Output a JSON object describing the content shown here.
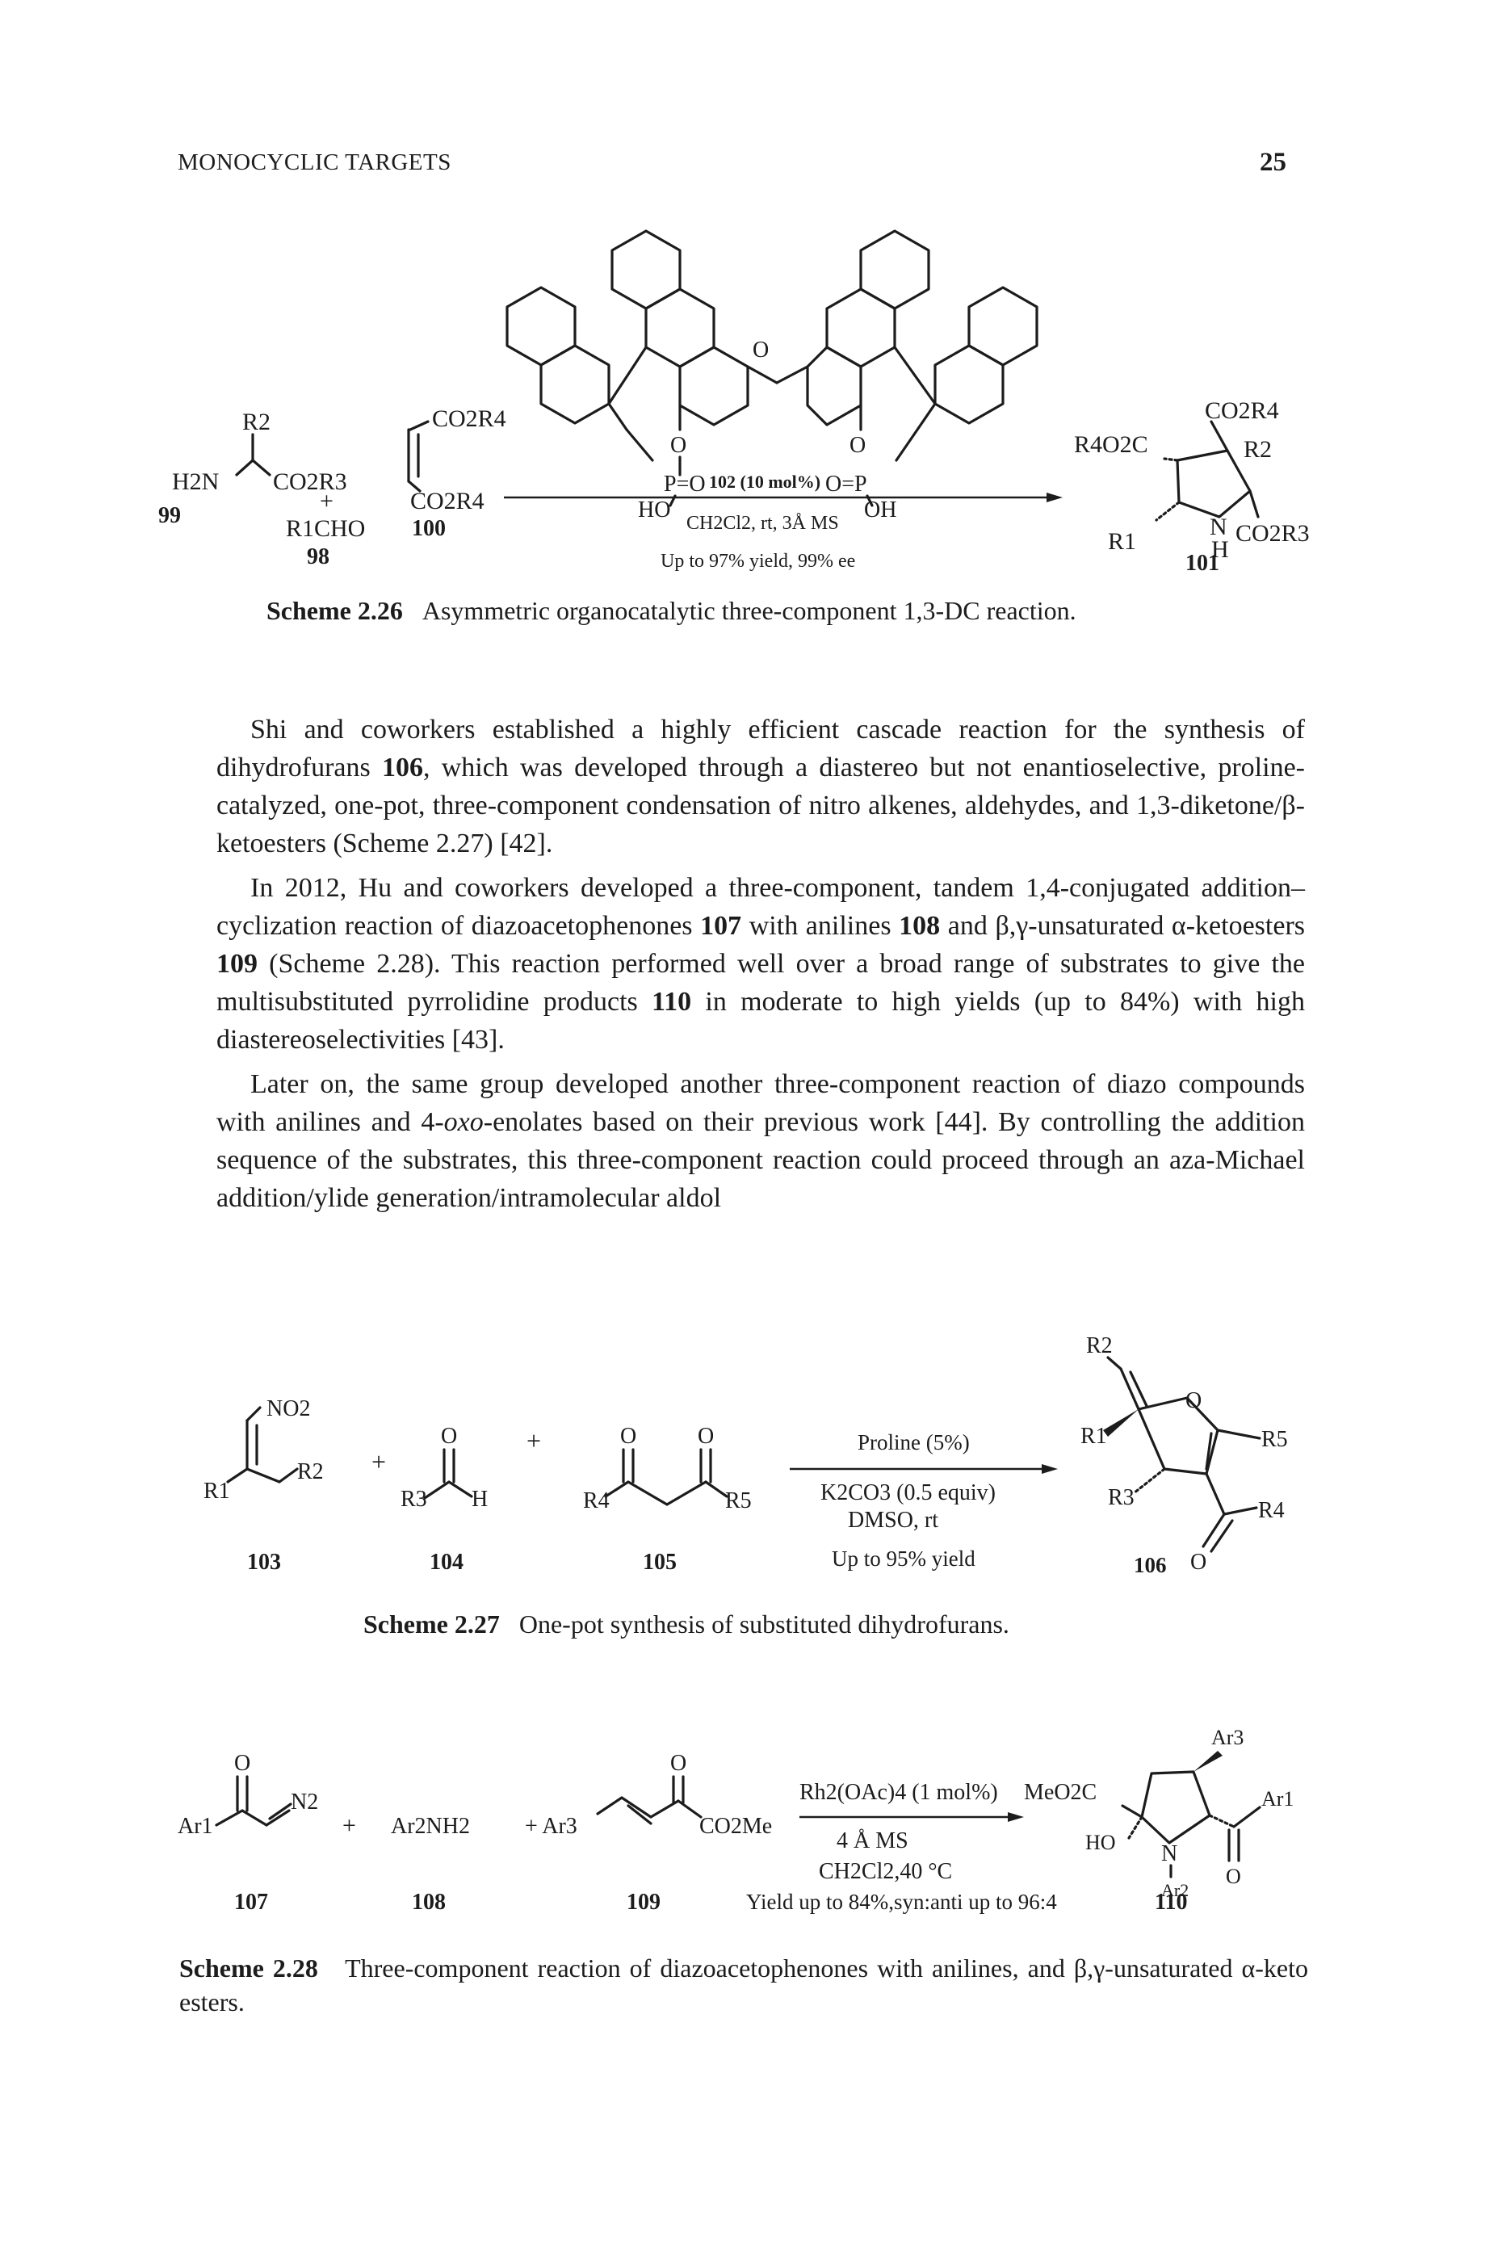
{
  "header": {
    "running_head": "MONOCYCLIC TARGETS",
    "page_number": "25"
  },
  "scheme_226": {
    "caption_label": "Scheme 2.26",
    "caption_text": "Asymmetric organocatalytic three-component 1,3-DC reaction.",
    "labels": {
      "amine_top": "R2",
      "amine_n": "H2N",
      "amine_ester": "CO2R3",
      "plus": "+",
      "amine_num": "99",
      "aldehyde": "R1CHO",
      "aldehyde_num": "98",
      "alkene_top": "CO2R4",
      "alkene_bottom": "CO2R4",
      "alkene_num": "100",
      "catalyst_o_left": "O",
      "catalyst_o_right": "O",
      "catalyst_bridge_o": "O",
      "catalyst_p_left": "P=O",
      "catalyst_p_right": "O=P",
      "catalyst_ho": "HO",
      "catalyst_oh": "OH",
      "catalyst_label": "102 (10 mol%)",
      "conditions": "CH2Cl2, rt, 3Å MS",
      "yield": "Up to 97% yield, 99% ee",
      "product_co2r4_top": "CO2R4",
      "product_r4o2c": "R4O2C",
      "product_r2": "R2",
      "product_r1": "R1",
      "product_n": "N",
      "product_h": "H",
      "product_co2r3": "CO2R3",
      "product_num": "101"
    }
  },
  "body": {
    "p1": [
      {
        "t": "Shi and coworkers established a highly efficient cascade reaction for the synthesis of dihydrofurans "
      },
      {
        "b": "106"
      },
      {
        "t": ", which was developed through a diastereo but not enantioselective, proline-catalyzed, one-pot, three-component condensation of nitro alkenes, aldehydes, and 1,3-diketone/β-ketoesters (Scheme 2.27) [42]."
      }
    ],
    "p2": [
      {
        "t": "In 2012, Hu and coworkers developed a three-component, tandem 1,4-conjugated addition–cyclization reaction of diazoacetophenones "
      },
      {
        "b": "107"
      },
      {
        "t": " with anilines "
      },
      {
        "b": "108"
      },
      {
        "t": " and β,γ-unsaturated α-ketoesters "
      },
      {
        "b": "109"
      },
      {
        "t": " (Scheme 2.28). This reaction performed well over a broad range of substrates to give the multisubstituted pyrrolidine products "
      },
      {
        "b": "110"
      },
      {
        "t": " in moderate to high yields (up to 84%) with high diastereoselectivities [43]."
      }
    ],
    "p3": [
      {
        "t": "Later on, the same group developed another three-component reaction of diazo compounds with anilines and 4-"
      },
      {
        "i": "oxo"
      },
      {
        "t": "-enolates based on their previous work [44]. By controlling the addition sequence of the substrates, this three-component reaction could proceed through an aza-Michael addition/ylide generation/intramolecular aldol"
      }
    ]
  },
  "scheme_227": {
    "caption_label": "Scheme 2.27",
    "caption_text": "One-pot synthesis of substituted dihydrofurans.",
    "labels": {
      "no2": "NO2",
      "r1": "R1",
      "r2": "R2",
      "num_103": "103",
      "plus1": "+",
      "o_ald": "O",
      "r3": "R3",
      "h": "H",
      "num_104": "104",
      "plus2": "+",
      "o1": "O",
      "o2": "O",
      "r4": "R4",
      "r5": "R5",
      "num_105": "105",
      "cond_top": "Proline (5%)",
      "cond_base": "K2CO3 (0.5 equiv)",
      "cond_solvent": "DMSO, rt",
      "yield": "Up to 95% yield",
      "p_r2": "R2",
      "p_r1": "R1",
      "p_o": "O",
      "p_r5": "R5",
      "p_r3": "R3",
      "p_r4": "R4",
      "p_o_ket": "O",
      "num_106": "106"
    }
  },
  "scheme_228": {
    "caption_label": "Scheme 2.28",
    "caption_text": "Three-component reaction of diazoacetophenones with anilines, and β,γ-unsaturated α-keto esters.",
    "labels": {
      "o_107": "O",
      "ar1": "Ar1",
      "n2": "N2",
      "num_107": "107",
      "plus1": "+",
      "ar2nh2": "Ar2NH2",
      "num_108": "108",
      "plus_ar3": "+ Ar3",
      "o_109": "O",
      "co2me": "CO2Me",
      "num_109": "109",
      "cond_cat": "Rh2(OAc)4 (1 mol%)",
      "cond_ms": "4 Å MS",
      "cond_solv": "CH2Cl2,40 °C",
      "yield": "Yield up to 84%,syn:anti up to 96:4",
      "p_ar3": "Ar3",
      "p_meo2c": "MeO2C",
      "p_ar1": "Ar1",
      "p_ho": "HO",
      "p_n": "N",
      "p_ar2": "Ar2",
      "p_o": "O",
      "num_110": "110"
    }
  }
}
